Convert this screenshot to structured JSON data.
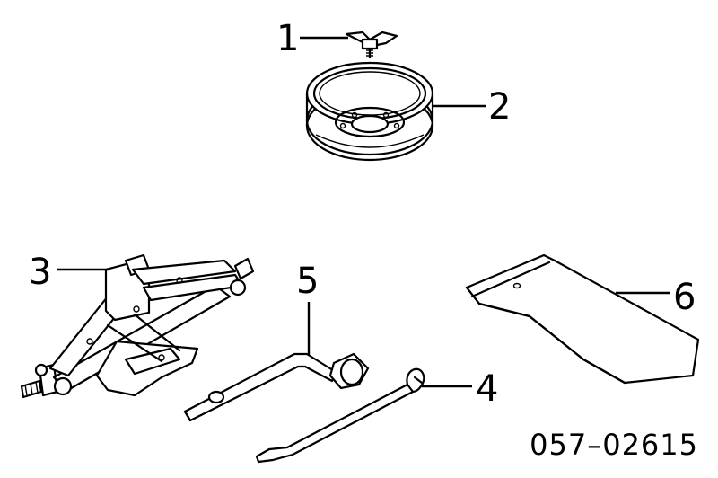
{
  "callouts": [
    {
      "id": "1",
      "text": "1"
    },
    {
      "id": "2",
      "text": "2"
    },
    {
      "id": "3",
      "text": "3"
    },
    {
      "id": "4",
      "text": "4"
    },
    {
      "id": "5",
      "text": "5"
    },
    {
      "id": "6",
      "text": "6"
    }
  ],
  "diagram_code": "057–02615"
}
